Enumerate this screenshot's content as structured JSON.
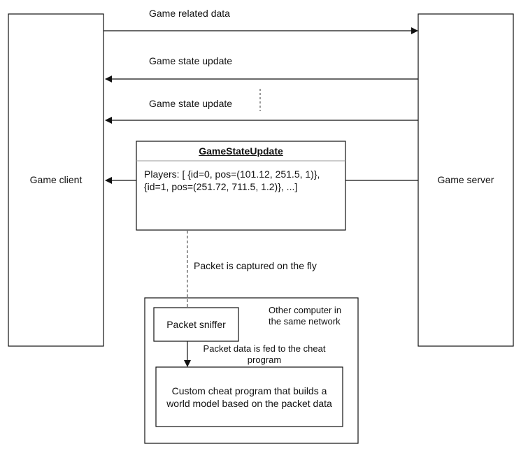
{
  "nodes": {
    "game_client": "Game client",
    "game_server": "Game server",
    "class_title": "GameStateUpdate",
    "class_line_1": "Players: [ {id=0, pos=(101.12, 251.5, 1)},",
    "class_line_2": "{id=1, pos=(251.72, 711.5, 1.2)}, ...]",
    "other_computer": "Other computer in the same network",
    "packet_sniffer": "Packet sniffer",
    "cheat_program": "Custom cheat program that builds a world model based on the packet data"
  },
  "edges": {
    "game_related_data": "Game related data",
    "game_state_update_1": "Game state update",
    "game_state_update_2": "Game state update",
    "captured": "Packet is captured on the fly",
    "fed": "Packet data is fed to the cheat program"
  },
  "colors": {
    "stroke": "#111111",
    "divider": "#9a9a9a",
    "dashed": "#555555"
  }
}
